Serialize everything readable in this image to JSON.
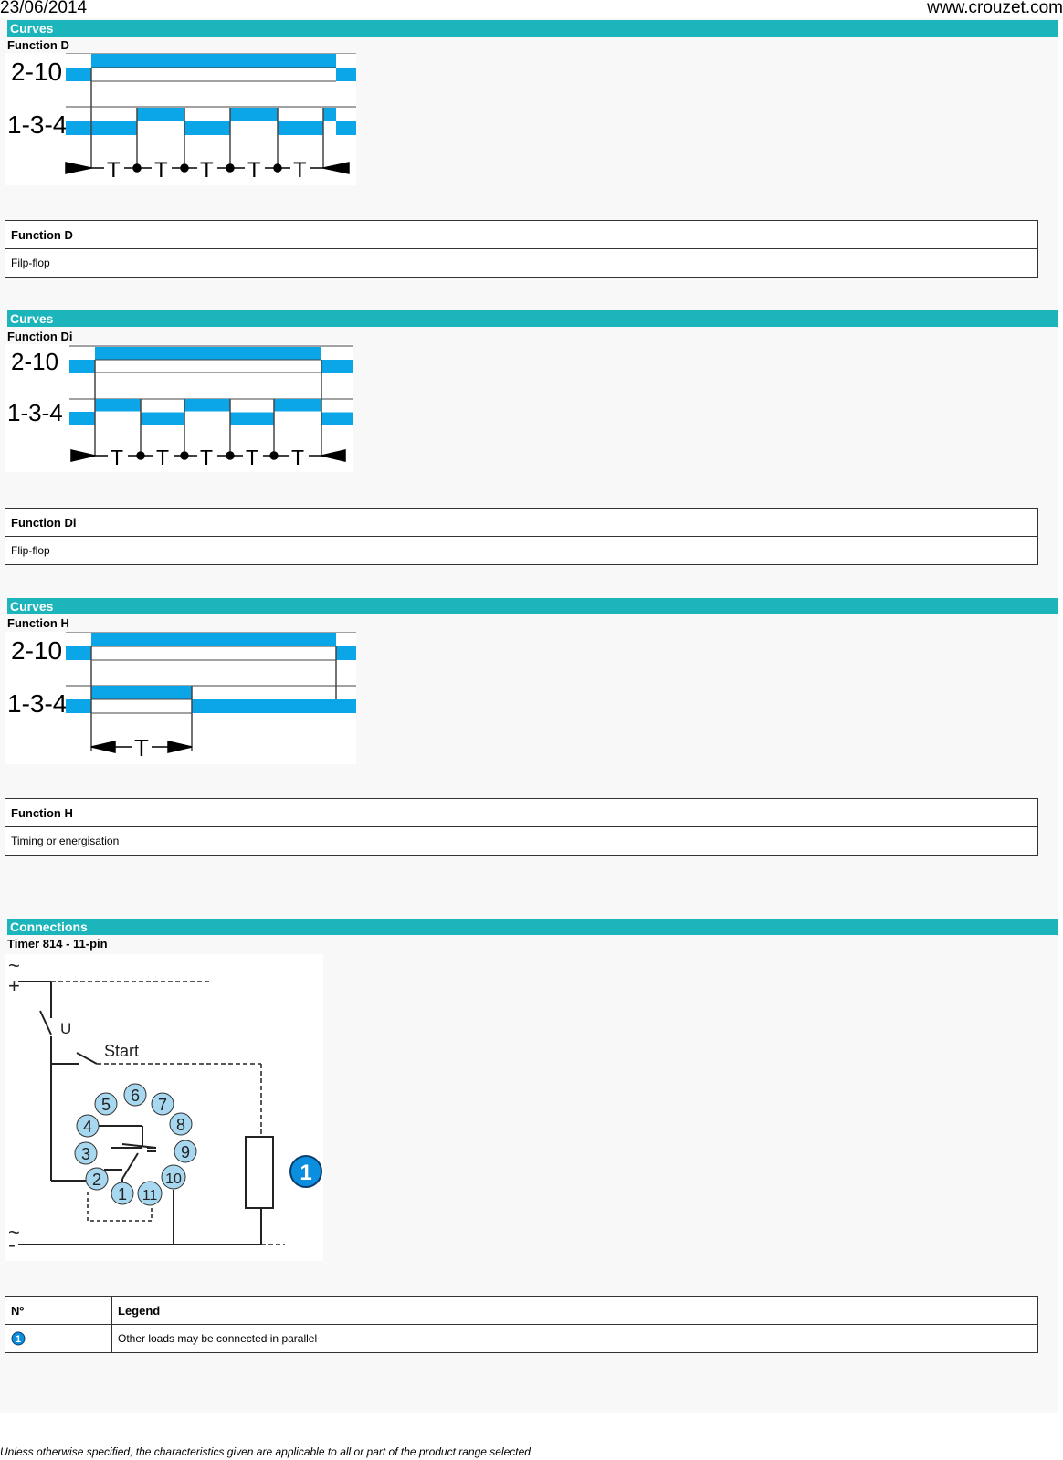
{
  "header": {
    "date": "23/06/2014",
    "url": "www.crouzet.com"
  },
  "sections": [
    {
      "bar": "Curves",
      "subtitle": "Function D",
      "labels": {
        "top": "2-10",
        "bottom": "1-3-4",
        "t": "T"
      },
      "table": {
        "title": "Function D",
        "desc": "Filp-flop"
      }
    },
    {
      "bar": "Curves",
      "subtitle": "Function Di",
      "labels": {
        "top": "2-10",
        "bottom": "1-3-4",
        "t": "T"
      },
      "table": {
        "title": "Function Di",
        "desc": "Flip-flop"
      }
    },
    {
      "bar": "Curves",
      "subtitle": "Function H",
      "labels": {
        "top": "2-10",
        "bottom": "1-3-4",
        "t": "T"
      },
      "table": {
        "title": "Function H",
        "desc": "Timing or energisation"
      }
    }
  ],
  "connections": {
    "bar": "Connections",
    "subtitle": "Timer 814 - 11-pin",
    "diagram": {
      "plus": "+",
      "minus": "-",
      "tilde": "~",
      "u": "U",
      "start": "Start",
      "callout": "1",
      "pins": [
        "1",
        "2",
        "3",
        "4",
        "5",
        "6",
        "7",
        "8",
        "9",
        "10",
        "11"
      ]
    },
    "table": {
      "col_no": "Nº",
      "col_legend": "Legend",
      "rows": [
        {
          "no": "1",
          "legend": "Other loads may be connected in parallel"
        }
      ]
    }
  },
  "footer": "Unless otherwise specified, the characteristics given are applicable to all or part of the product range selected",
  "colors": {
    "bar": "#1bb5bb",
    "signal": "#0aa6e8",
    "pin": "#a8d8f0"
  }
}
